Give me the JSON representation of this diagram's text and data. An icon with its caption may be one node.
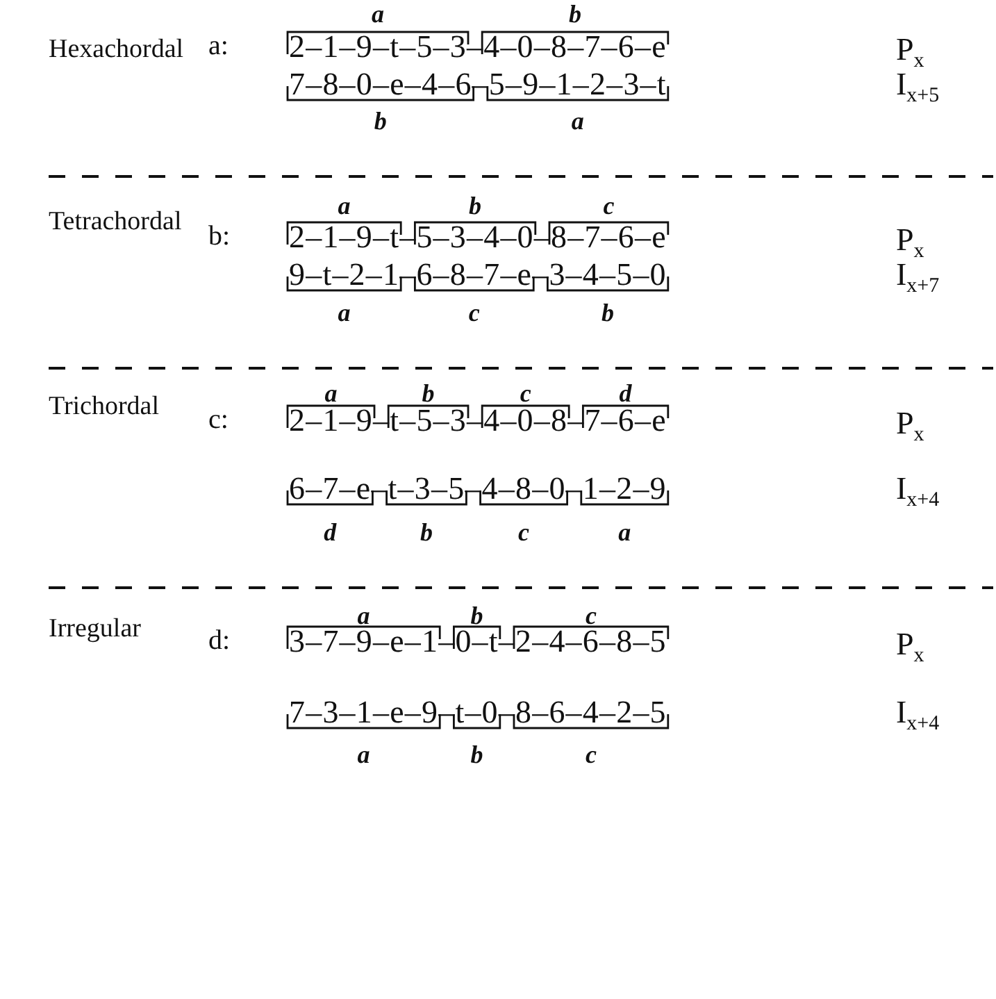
{
  "diagram": {
    "labels": [
      "a",
      "b",
      "Hexachordal",
      "a:",
      "2–1–9–t–5–3–4–0–8–7–6–e",
      "P$_{x}$",
      "7–8–0–e–4–6–5–9–1–2–3–t",
      "I$_{x+5}$",
      "b",
      "a",
      "a",
      "b",
      "c",
      "Tetrachordal",
      "b:",
      "2–1–9–t–5–3–4–0–8–7–6–e",
      "P$_{x}$",
      "9–t–2–1–6–8–7–e–3–4–5–0",
      "I$_{x+7}$",
      "a",
      "c",
      "b",
      "a",
      "b",
      "c",
      "d",
      "Trichordal",
      "c:",
      "2–1–9–t–5–3–4–0–8–7–6–e",
      "P$_{x}$",
      "6–7–e–t–3–5–4–8–0–1–2–9",
      "I$_{x+4}$",
      "d",
      "b",
      "c",
      "a",
      "a",
      "b",
      "c",
      "Irregular",
      "d:",
      "3–7–9–e–1–0–t–2–4–6–8–5",
      "P$_{x}$",
      "7–3–1–e–9–t–0–8–6–4–2–5",
      "I$_{x+4}$",
      "a",
      "b",
      "c"
    ]
  }
}
